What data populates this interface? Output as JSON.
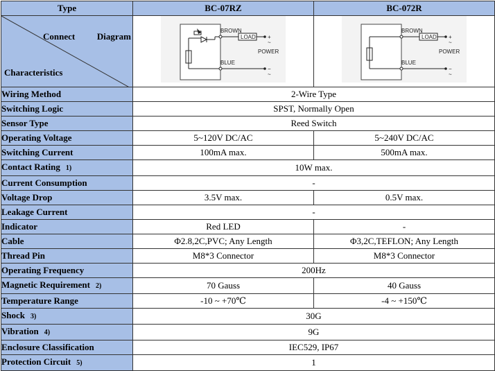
{
  "header": {
    "type_label": "Type",
    "model_a": "BC-07RZ",
    "model_b": "BC-072R"
  },
  "diagram_header": {
    "connect_label": "Connect",
    "diagram_label": "Diagram",
    "characteristics_label": "Characteristics"
  },
  "diagram_text": {
    "brown": "BROWN",
    "load": "LOAD",
    "power": "POWER",
    "blue": "BLUE",
    "plus": "+",
    "minus": "−",
    "tilde": "~"
  },
  "rows": [
    {
      "label": "Wiring Method",
      "note": "",
      "merged": "2-Wire Type"
    },
    {
      "label": "Switching Logic",
      "note": "",
      "merged": "SPST, Normally Open"
    },
    {
      "label": "Sensor Type",
      "note": "",
      "merged": "Reed Switch"
    },
    {
      "label": "Operating Voltage",
      "note": "",
      "a": "5~120V DC/AC",
      "b": "5~240V DC/AC"
    },
    {
      "label": "Switching Current",
      "note": "",
      "a": "100mA max.",
      "b": "500mA max."
    },
    {
      "label": "Contact Rating",
      "note": "1)",
      "merged": "10W max."
    },
    {
      "label": "Current Consumption",
      "note": "",
      "merged": "-"
    },
    {
      "label": "Voltage Drop",
      "note": "",
      "a": "3.5V max.",
      "b": "0.5V max."
    },
    {
      "label": "Leakage Current",
      "note": "",
      "merged": "-"
    },
    {
      "label": "Indicator",
      "note": "",
      "a": "Red LED",
      "b": "-"
    },
    {
      "label": "Cable",
      "note": "",
      "a": "Φ2.8,2C,PVC; Any Length",
      "b": "Φ3,2C,TEFLON; Any Length"
    },
    {
      "label": "Thread Pin",
      "note": "",
      "a": "M8*3 Connector",
      "b": "M8*3 Connector"
    },
    {
      "label": "Operating Frequency",
      "note": "",
      "merged": "200Hz"
    },
    {
      "label": "Magnetic Requirement",
      "note": "2)",
      "a": "70 Gauss",
      "b": "40 Gauss"
    },
    {
      "label": "Temperature Range",
      "note": "",
      "a": "-10 ~ +70℃",
      "b": "-4 ~ +150℃"
    },
    {
      "label": "Shock",
      "note": "3)",
      "merged": "30G"
    },
    {
      "label": "Vibration",
      "note": "4)",
      "merged": "9G"
    },
    {
      "label": "Enclosure Classification",
      "note": "",
      "merged": "IEC529, IP67"
    },
    {
      "label": "Protection Circuit",
      "note": "5)",
      "merged": "1"
    }
  ]
}
